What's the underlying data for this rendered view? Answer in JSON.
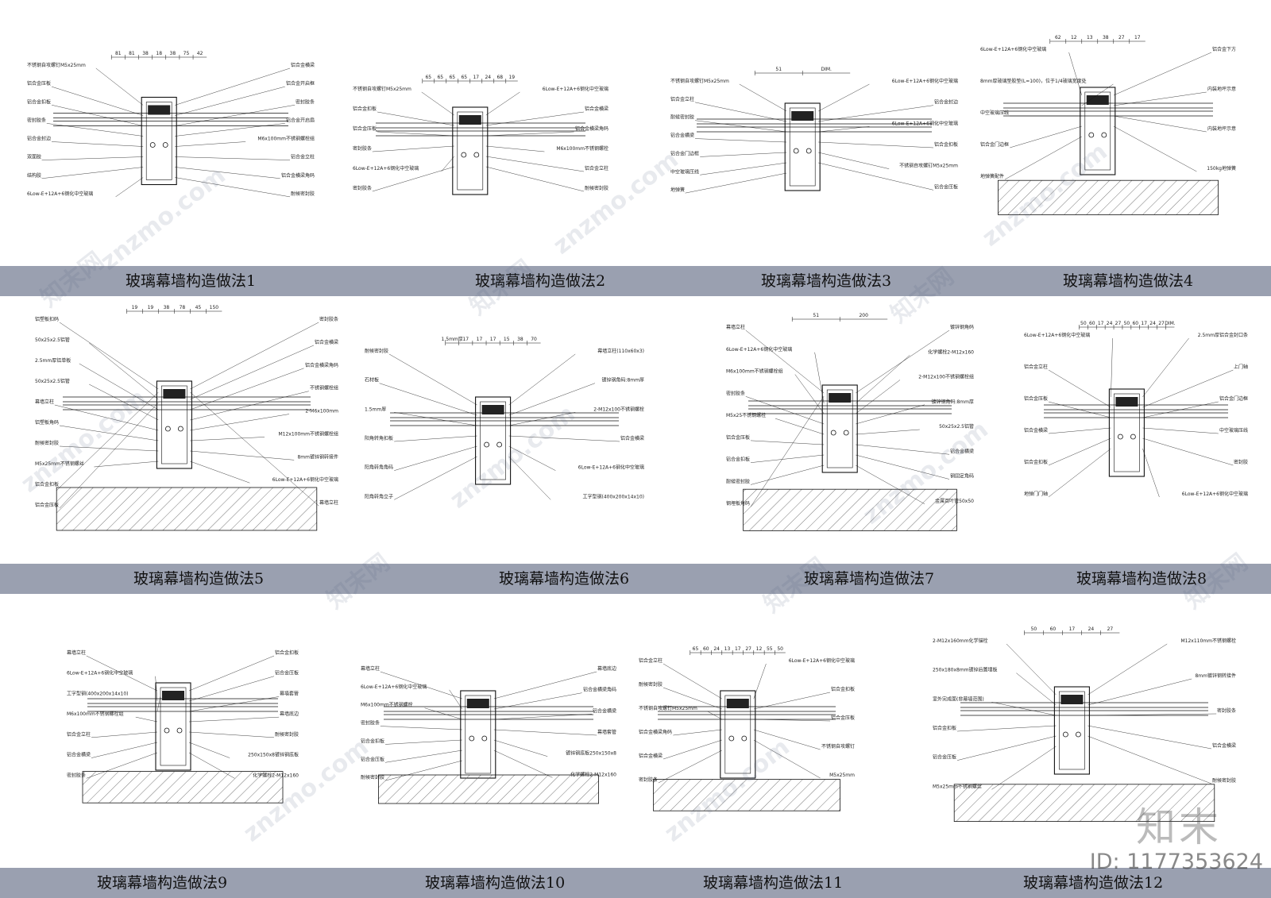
{
  "captions": [
    "玻璃幕墙构造做法1",
    "玻璃幕墙构造做法2",
    "玻璃幕墙构造做法3",
    "玻璃幕墙构造做法4",
    "玻璃幕墙构造做法5",
    "玻璃幕墙构造做法6",
    "玻璃幕墙构造做法7",
    "玻璃幕墙构造做法8",
    "玻璃幕墙构造做法9",
    "玻璃幕墙构造做法10",
    "玻璃幕墙构造做法11",
    "玻璃幕墙构造做法12"
  ],
  "labels": {
    "d1": [
      "不锈钢自攻螺钉M5x25mm",
      "铝合金压板",
      "铝合金扣板",
      "密封胶条",
      "铝合金封边",
      "双面胶",
      "结构胶",
      "6Low-E+12A+6钢化中空玻璃",
      "铝合金横梁",
      "铝合金开启框",
      "密封胶条",
      "铝合金开启扇",
      "M6x100mm不锈钢螺栓组",
      "铝合金立柱",
      "铝合金横梁角码",
      "耐候密封胶"
    ],
    "d2": [
      "不锈钢自攻螺钉M5x25mm",
      "铝合金扣板",
      "铝合金压板",
      "密封胶条",
      "6Low-E+12A+6钢化中空玻璃",
      "密封胶条",
      "6Low-E+12A+6钢化中空玻璃",
      "铝合金横梁",
      "铝合金横梁角码",
      "M6x100mm不锈钢螺栓",
      "铝合金立柱",
      "耐候密封胶"
    ],
    "d3": [
      "不锈钢自攻螺钉M5x25mm",
      "铝合金立柱",
      "耐候密封胶",
      "铝合金横梁",
      "铝合金门边框",
      "中空玻璃压线",
      "地弹簧",
      "6Low-E+12A+6钢化中空玻璃",
      "铝合金封边",
      "6Low-E+12A+6钢化中空玻璃",
      "铝合金扣板",
      "不锈钢自攻螺钉M5x25mm",
      "铝合金压板"
    ],
    "d4": [
      "6Low-E+12A+6钢化中空玻璃",
      "8mm厚玻璃垫胶垫(L=100)，位于1/4玻璃宽度处",
      "中空玻璃压线",
      "铝合金门边框",
      "地弹簧配件",
      "铝合金下方",
      "内装地坪示意",
      "内装地坪示意",
      "150kg地弹簧"
    ],
    "d5": [
      "铝塑板扣码",
      "50x25x2.5铝管",
      "2.5mm厚铝单板",
      "50x25x2.5铝管",
      "幕墙立柱",
      "铝塑板角码",
      "耐候密封胶",
      "M5x25mm不锈钢螺丝",
      "铝合金扣板",
      "铝合金压板",
      "密封胶条",
      "铝合金横梁",
      "铝合金横梁角码",
      "不锈钢螺栓组",
      "2-M6x100mm",
      "M12x100mm不锈钢螺栓组",
      "8mm镀锌钢转接件",
      "6Low-E+12A+6钢化中空玻璃",
      "幕墙立柱"
    ],
    "d6": [
      "耐候密封胶",
      "石材板",
      "1.5mm厚",
      "阳角转角扣板",
      "阳角转角角码",
      "阳角转角立子",
      "幕墙立柱(110x60x3)",
      "镀锌钢角码:8mm厚",
      "2-M12x100不锈钢螺栓",
      "铝合金横梁",
      "6Low-E+12A+6钢化中空玻璃",
      "工字型钢(400x200x14x10)"
    ],
    "d7": [
      "幕墙立柱",
      "6Low-E+12A+6钢化中空玻璃",
      "M6x100mm不锈钢螺栓组",
      "密封胶条",
      "M5x25不锈钢螺栓",
      "铝合金压板",
      "铝合金扣板",
      "耐候密封胶",
      "钢埋板角码",
      "镀锌钢角码",
      "化学螺栓2-M12x160",
      "2-M12x100不锈钢螺栓组",
      "镀锌钢角码:8mm厚",
      "50x25x2.5铝管",
      "铝合金横梁",
      "钢固定角码",
      "金属百叶管50x50"
    ],
    "d8": [
      "6Low-E+12A+6钢化中空玻璃",
      "铝合金立柱",
      "铝合金压板",
      "铝合金横梁",
      "铝合金扣板",
      "地弹门门轴",
      "2.5mm厚铝合金封口条",
      "上门轴",
      "铝合金门边框",
      "中空玻璃压线",
      "密封胶",
      "6Low-E+12A+6钢化中空玻璃"
    ],
    "d9": [
      "幕墙立柱",
      "6Low-E+12A+6钢化中空玻璃",
      "工字型钢(400x200x14x10)",
      "M6x100mm不锈钢螺栓组",
      "铝合金立柱",
      "铝合金横梁",
      "密封胶条",
      "铝合金扣板",
      "铝合金压板",
      "幕墙套管",
      "幕墙底边",
      "耐候密封胶",
      "250x150x8镀锌钢底板",
      "化学螺栓2-M12x160"
    ],
    "d10": [
      "幕墙立柱",
      "6Low-E+12A+6钢化中空玻璃",
      "M6x100mm不锈钢螺栓",
      "密封胶条",
      "铝合金扣板",
      "铝合金压板",
      "耐候密封胶",
      "幕墙底边",
      "铝合金横梁角码",
      "铝合金横梁",
      "幕墙套管",
      "镀锌钢底板250x150x8",
      "化学螺栓2-M12x160"
    ],
    "d11": [
      "铝合金立柱",
      "耐候密封胶",
      "不锈钢自攻螺钉M5x25mm",
      "铝合金横梁角码",
      "铝合金横梁",
      "密封胶条",
      "6Low-E+12A+6钢化中空玻璃",
      "铝合金扣板",
      "铝合金压板",
      "不锈钢自攻螺钉",
      "M5x25mm"
    ],
    "d12": [
      "2-M12x160mm化学锚栓",
      "250x180x8mm镀锌后置埋板",
      "室外完成面(非幕墙范围)",
      "铝合金扣板",
      "铝合金压板",
      "M5x25mm不锈钢螺丝",
      "M12x110mm不锈钢螺栓",
      "8mm镀锌钢转接件",
      "密封胶条",
      "铝合金横梁",
      "耐候密封胶"
    ]
  },
  "dims": {
    "d1": [
      "81",
      "81",
      "38",
      "18",
      "38",
      "75",
      "42"
    ],
    "d2": [
      "65",
      "65",
      "65",
      "65",
      "17",
      "24",
      "68",
      "19"
    ],
    "d3": [
      "51",
      "DIM."
    ],
    "d4": [
      "62",
      "12",
      "13",
      "38",
      "27",
      "17"
    ],
    "d5": [
      "19",
      "19",
      "38",
      "78",
      "45",
      "150"
    ],
    "d6": [
      "1.5mm厚",
      "17",
      "17",
      "17",
      "15",
      "38",
      "70"
    ],
    "d7": [
      "51",
      "200"
    ],
    "d8": [
      "50",
      "60",
      "17",
      "24",
      "27",
      "50",
      "60",
      "17",
      "24",
      "27",
      "DIM."
    ],
    "d9": [],
    "d10": [],
    "d11": [
      "65",
      "60",
      "24",
      "13",
      "17",
      "27",
      "12",
      "55",
      "50"
    ],
    "d12": [
      "50",
      "60",
      "17",
      "24",
      "27"
    ]
  },
  "watermark": "znzmo.com",
  "watermark_cn": "知末网",
  "brand": "知末",
  "id_text": "ID: 1177353624",
  "colors": {
    "band": "#9aa0b0",
    "line": "#111111",
    "hatch": "#555555"
  }
}
